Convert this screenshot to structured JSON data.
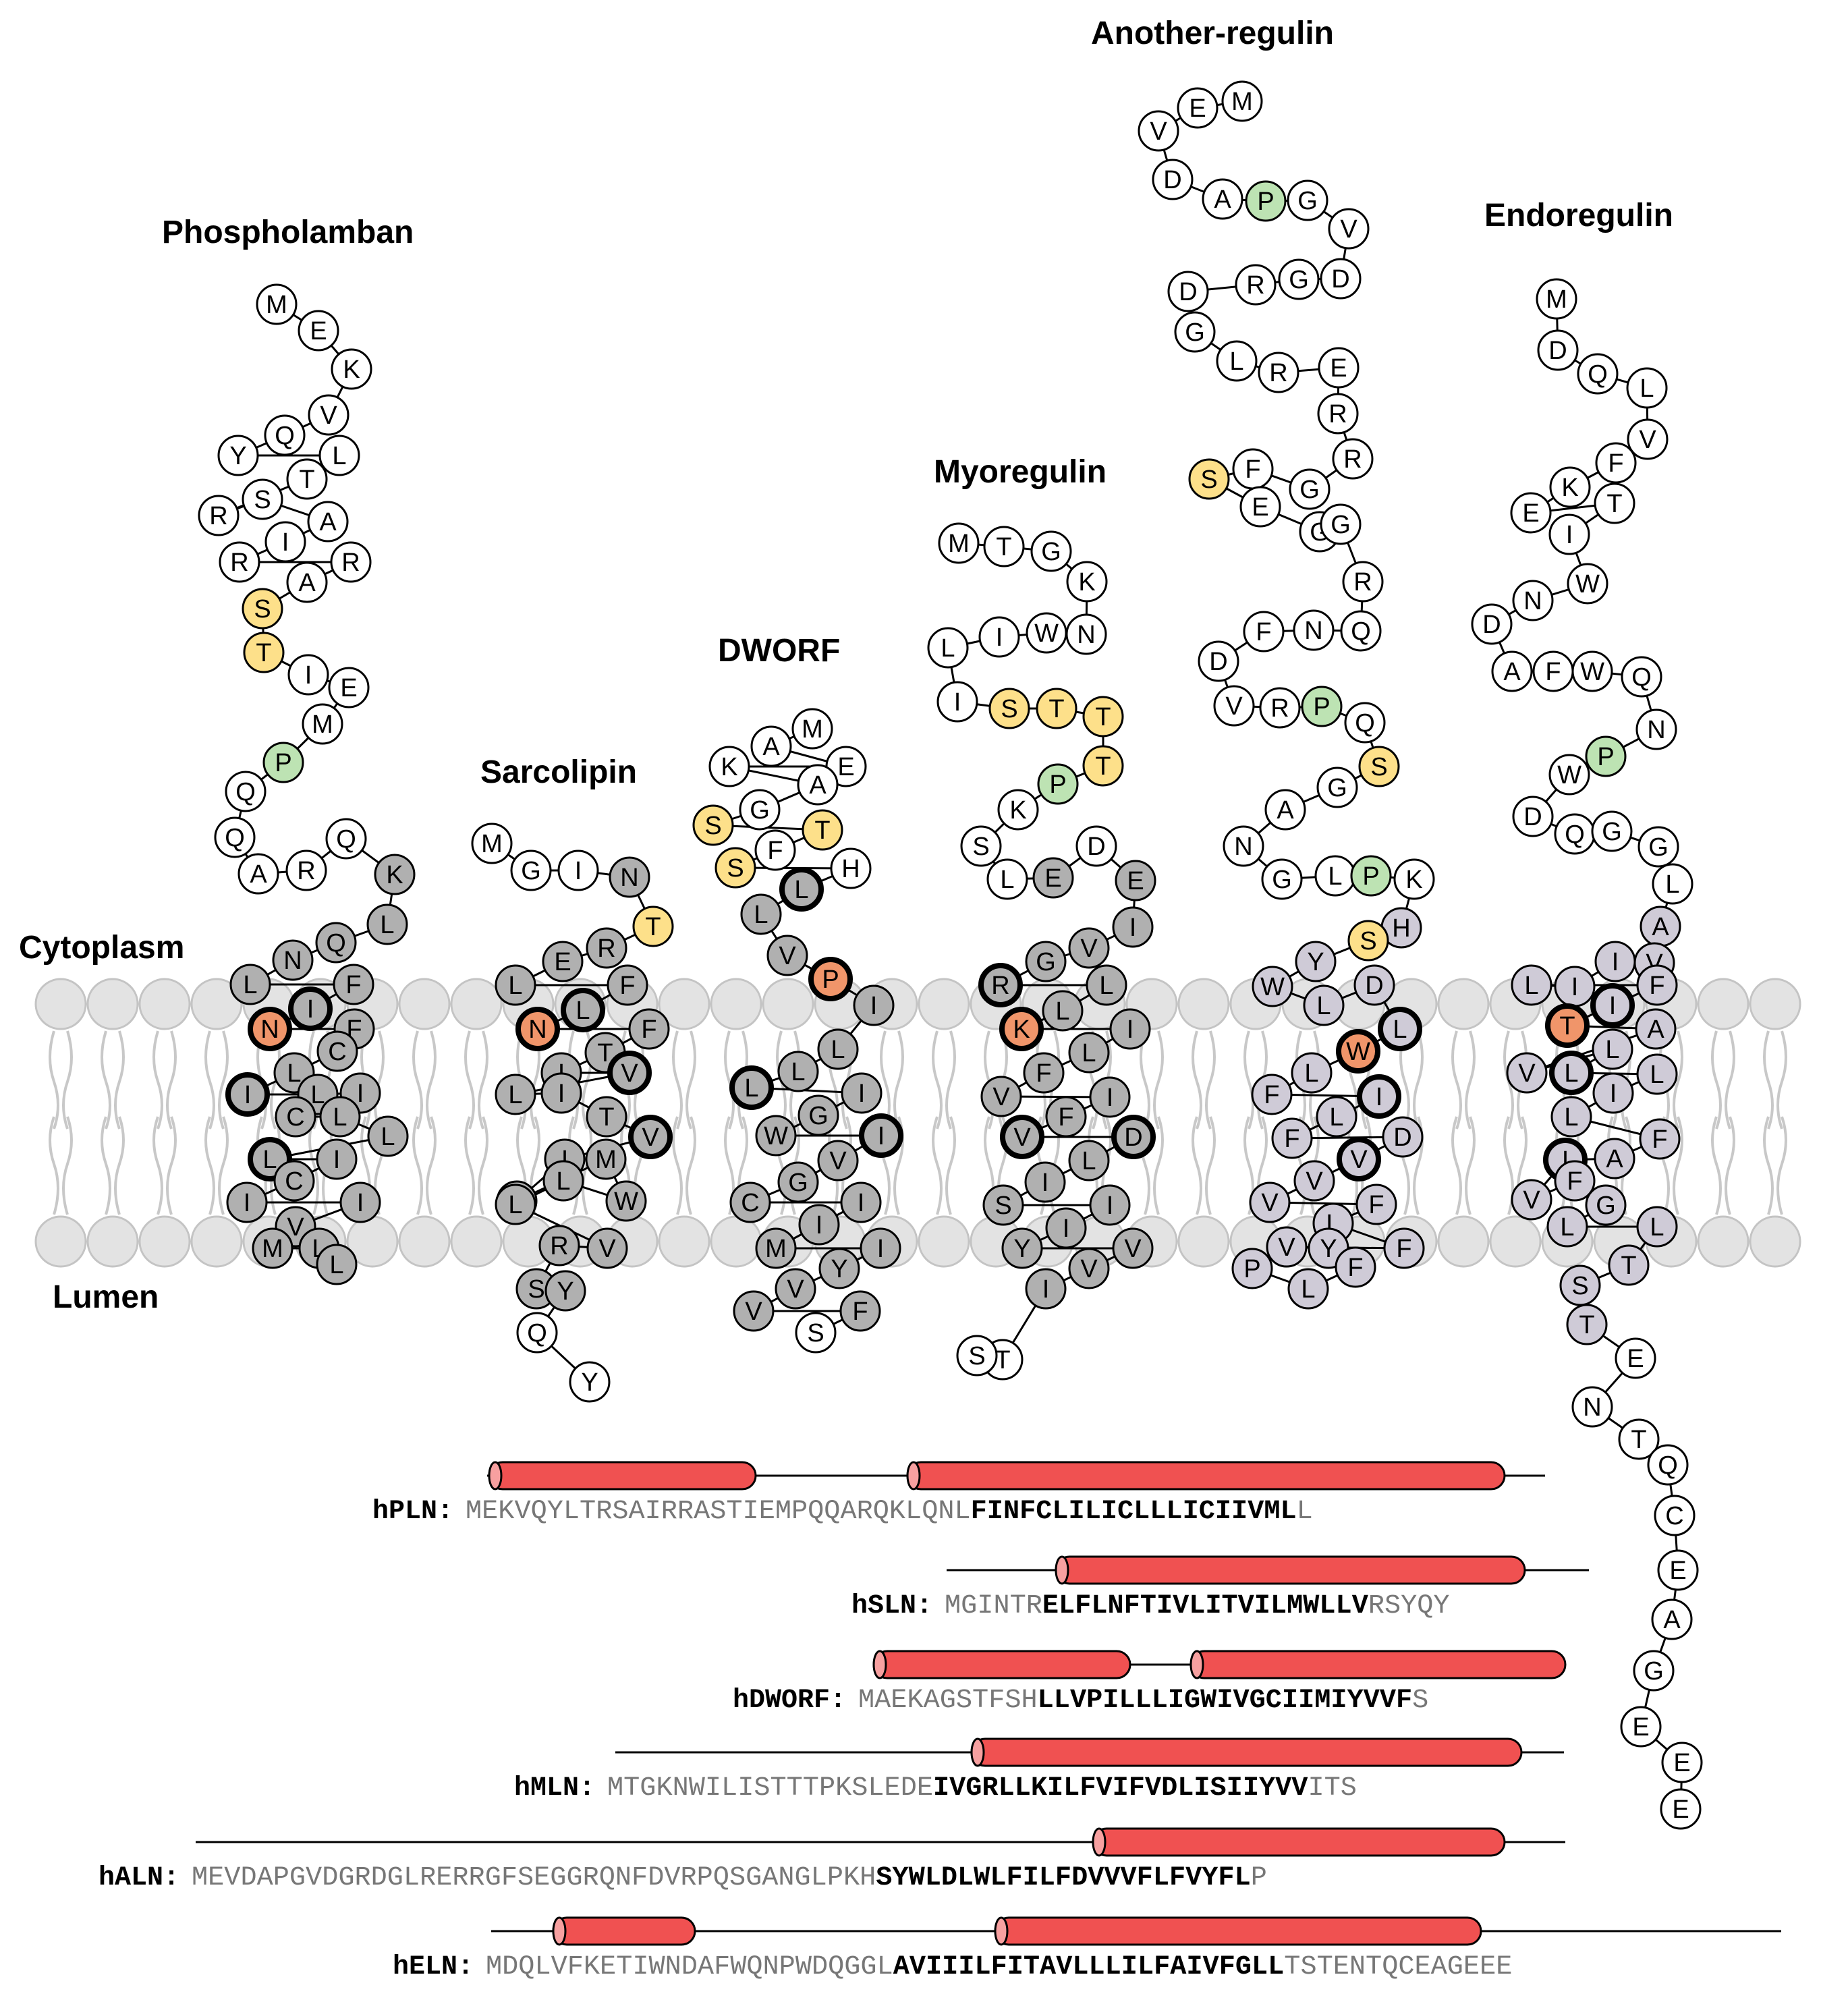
{
  "region_labels": {
    "top": "Cytoplasm",
    "bottom": "Lumen"
  },
  "colors": {
    "plain": "#ffffff",
    "tm": "#b0b0b0",
    "tm_alt": "#cfcbd7",
    "phospho": "#fde08a",
    "pro": "#bde3b3",
    "polar": "#f0956a",
    "helix": "#f05151",
    "lipid": "#e3e3e3"
  },
  "proteins": [
    {
      "name": "Phospholamban",
      "residues": [
        "M",
        "E",
        "K",
        "V",
        "Q",
        "Y",
        "L",
        "T",
        "R",
        "S",
        "A",
        "I",
        "R",
        "R",
        "A",
        "S",
        "T",
        "I",
        "E",
        "M",
        "P",
        "Q",
        "Q",
        "A",
        "R",
        "Q",
        "K",
        "L",
        "Q",
        "N",
        "L",
        "F",
        "I",
        "N",
        "F",
        "C",
        "L",
        "I",
        "L",
        "I",
        "C",
        "L",
        "L",
        "L",
        "I",
        "C",
        "I",
        "I",
        "V",
        "M",
        "L",
        "L"
      ],
      "phospho": [
        15,
        16
      ],
      "pro": [
        20
      ],
      "polar": [
        33
      ],
      "bold": [
        32,
        37,
        43
      ]
    },
    {
      "name": "Sarcolipin",
      "residues": [
        "M",
        "G",
        "I",
        "N",
        "T",
        "R",
        "E",
        "L",
        "F",
        "L",
        "N",
        "F",
        "T",
        "I",
        "V",
        "L",
        "I",
        "T",
        "V",
        "I",
        "L",
        "M",
        "W",
        "L",
        "L",
        "V",
        "R",
        "S",
        "Y",
        "Q",
        "Y"
      ],
      "phospho": [
        4
      ],
      "pro": [],
      "polar": [
        10
      ],
      "bold": [
        9,
        14,
        18
      ]
    },
    {
      "name": "DWORF",
      "residues": [
        "M",
        "A",
        "E",
        "K",
        "A",
        "G",
        "S",
        "T",
        "F",
        "S",
        "H",
        "L",
        "L",
        "V",
        "P",
        "I",
        "L",
        "L",
        "L",
        "I",
        "G",
        "W",
        "I",
        "V",
        "G",
        "C",
        "I",
        "I",
        "M",
        "I",
        "Y",
        "V",
        "V",
        "F",
        "S"
      ],
      "phospho": [
        6,
        7,
        9
      ],
      "pro": [],
      "polar": [
        14
      ],
      "bold": [
        11,
        18,
        22
      ]
    },
    {
      "name": "Myoregulin",
      "residues": [
        "M",
        "T",
        "G",
        "K",
        "N",
        "W",
        "I",
        "L",
        "I",
        "S",
        "T",
        "T",
        "T",
        "P",
        "K",
        "S",
        "L",
        "E",
        "D",
        "E",
        "I",
        "V",
        "G",
        "R",
        "L",
        "L",
        "K",
        "I",
        "L",
        "F",
        "V",
        "I",
        "F",
        "V",
        "D",
        "L",
        "I",
        "S",
        "I",
        "I",
        "Y",
        "V",
        "V",
        "I",
        "T",
        "S"
      ],
      "phospho": [
        9,
        10,
        11,
        12
      ],
      "pro": [
        13
      ],
      "polar": [
        26
      ],
      "bold": [
        23,
        33,
        34
      ]
    },
    {
      "name": "Another-regulin",
      "residues": [
        "M",
        "E",
        "V",
        "D",
        "A",
        "P",
        "G",
        "V",
        "D",
        "G",
        "R",
        "D",
        "G",
        "L",
        "R",
        "E",
        "R",
        "R",
        "G",
        "F",
        "S",
        "E",
        "G",
        "G",
        "R",
        "Q",
        "N",
        "F",
        "D",
        "V",
        "R",
        "P",
        "Q",
        "S",
        "G",
        "A",
        "N",
        "G",
        "L",
        "P",
        "K",
        "H",
        "S",
        "Y",
        "W",
        "L",
        "D",
        "L",
        "W",
        "L",
        "F",
        "I",
        "L",
        "F",
        "D",
        "V",
        "V",
        "V",
        "F",
        "L",
        "F",
        "V",
        "Y",
        "F",
        "L",
        "P"
      ],
      "phospho": [
        20,
        33,
        42
      ],
      "pro": [
        5,
        31,
        39
      ],
      "polar": [
        48
      ],
      "bold": [
        47,
        51,
        55
      ]
    },
    {
      "name": "Endoregulin",
      "residues": [
        "M",
        "D",
        "Q",
        "L",
        "V",
        "F",
        "K",
        "E",
        "T",
        "I",
        "W",
        "N",
        "D",
        "A",
        "F",
        "W",
        "Q",
        "N",
        "P",
        "W",
        "D",
        "Q",
        "G",
        "G",
        "L",
        "A",
        "V",
        "I",
        "I",
        "L",
        "F",
        "I",
        "T",
        "A",
        "V",
        "L",
        "L",
        "L",
        "I",
        "L",
        "F",
        "A",
        "I",
        "V",
        "F",
        "G",
        "L",
        "L",
        "T",
        "S",
        "T",
        "E",
        "N",
        "T",
        "Q",
        "C",
        "E",
        "A",
        "G",
        "E",
        "E",
        "E"
      ],
      "phospho": [],
      "pro": [
        18
      ],
      "polar": [
        32
      ],
      "bold": [
        31,
        36,
        42
      ]
    }
  ],
  "alignment": [
    {
      "label": "hPLN:",
      "segments": [
        {
          "text": "MEKVQYLTRSAIRRASTIEMPQQARQKLQNL",
          "tm": false
        },
        {
          "text": "FINFCLILICLLLICIIVML",
          "tm": true
        },
        {
          "text": "L",
          "tm": false
        }
      ]
    },
    {
      "label": "hSLN:",
      "segments": [
        {
          "text": "MGINTR",
          "tm": false
        },
        {
          "text": "ELFLNFTIVLITVILMWLLV",
          "tm": true
        },
        {
          "text": "RSYQY",
          "tm": false
        }
      ]
    },
    {
      "label": "hDWORF:",
      "segments": [
        {
          "text": "MAEKAGSTFSH",
          "tm": false
        },
        {
          "text": "LLVPILLLIGWIVGCIIMIYVVF",
          "tm": true
        },
        {
          "text": "S",
          "tm": false
        }
      ]
    },
    {
      "label": "hMLN:",
      "segments": [
        {
          "text": "MTGKNWILISTTTPKSLEDE",
          "tm": false
        },
        {
          "text": "IVGRLLKILFVIFVDLISIIYVV",
          "tm": true
        },
        {
          "text": "ITS",
          "tm": false
        }
      ]
    },
    {
      "label": "hALN:",
      "segments": [
        {
          "text": "MEVDAPGVDGRDGLRERRGFSEGGRQNFDVRPQSGANGLPKH",
          "tm": false
        },
        {
          "text": "SYWLDLWLFILFDVVVFLFVYFL",
          "tm": true
        },
        {
          "text": "P",
          "tm": false
        }
      ]
    },
    {
      "label": "hELN:",
      "segments": [
        {
          "text": "MDQLVFKETIWNDAFWQNPWDQGGL",
          "tm": false
        },
        {
          "text": "AVIIILFITAVLLLILFAIVFGLL",
          "tm": true
        },
        {
          "text": "TSTENTQCEAGEEE",
          "tm": false
        }
      ]
    }
  ]
}
